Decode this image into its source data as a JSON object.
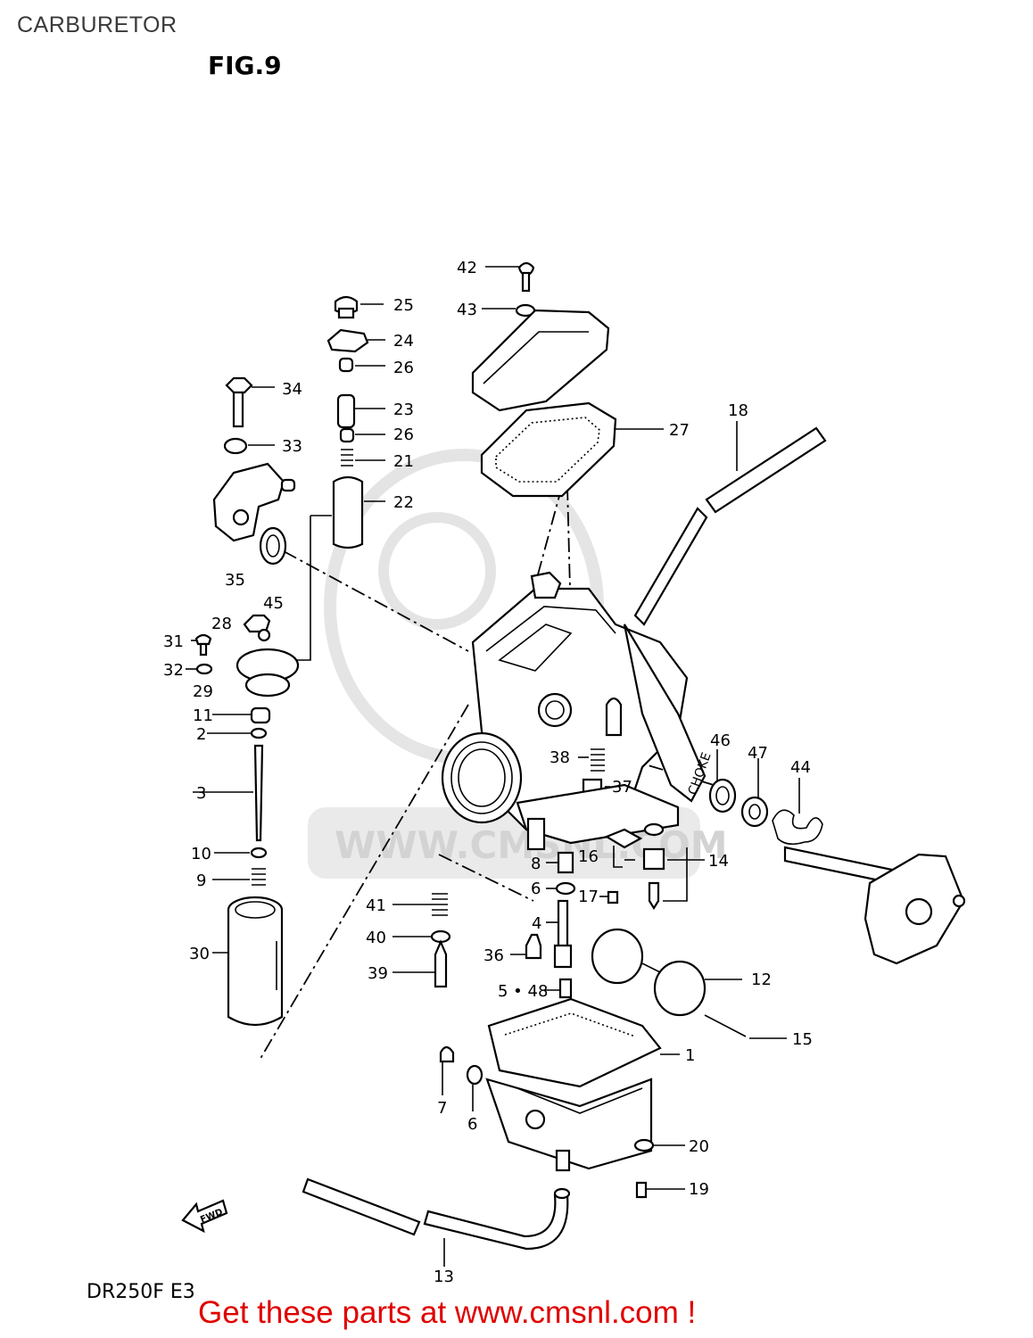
{
  "header": {
    "title": "CARBURETOR",
    "figure": "FIG.9"
  },
  "footer": {
    "model": "DR250F E3",
    "promo_text": "Get these parts at www.cmsnl.com !"
  },
  "watermark": {
    "text": "WWW.CMSNL.COM"
  },
  "diagram": {
    "direction_arrow": "FWD",
    "choke_marking": "CHOKE",
    "callouts": [
      {
        "id": "c42",
        "label": "42"
      },
      {
        "id": "c43",
        "label": "43"
      },
      {
        "id": "c25",
        "label": "25"
      },
      {
        "id": "c24",
        "label": "24"
      },
      {
        "id": "c26a",
        "label": "26"
      },
      {
        "id": "c34",
        "label": "34"
      },
      {
        "id": "c23",
        "label": "23"
      },
      {
        "id": "c26b",
        "label": "26"
      },
      {
        "id": "c21",
        "label": "21"
      },
      {
        "id": "c33",
        "label": "33"
      },
      {
        "id": "c22",
        "label": "22"
      },
      {
        "id": "c27",
        "label": "27"
      },
      {
        "id": "c18",
        "label": "18"
      },
      {
        "id": "c35",
        "label": "35"
      },
      {
        "id": "c45",
        "label": "45"
      },
      {
        "id": "c28",
        "label": "28"
      },
      {
        "id": "c31",
        "label": "31"
      },
      {
        "id": "c32",
        "label": "32"
      },
      {
        "id": "c29",
        "label": "29"
      },
      {
        "id": "c11",
        "label": "11"
      },
      {
        "id": "c2",
        "label": "2"
      },
      {
        "id": "c3",
        "label": "3"
      },
      {
        "id": "c10",
        "label": "10"
      },
      {
        "id": "c9",
        "label": "9"
      },
      {
        "id": "c30",
        "label": "30"
      },
      {
        "id": "c46",
        "label": "46"
      },
      {
        "id": "c47",
        "label": "47"
      },
      {
        "id": "c44",
        "label": "44"
      },
      {
        "id": "c38",
        "label": "38"
      },
      {
        "id": "c37",
        "label": "37"
      },
      {
        "id": "c16",
        "label": "16"
      },
      {
        "id": "c14",
        "label": "14"
      },
      {
        "id": "c8",
        "label": "8"
      },
      {
        "id": "c6a",
        "label": "6"
      },
      {
        "id": "c17",
        "label": "17"
      },
      {
        "id": "c41",
        "label": "41"
      },
      {
        "id": "c4",
        "label": "4"
      },
      {
        "id": "c40",
        "label": "40"
      },
      {
        "id": "c36",
        "label": "36"
      },
      {
        "id": "c39",
        "label": "39"
      },
      {
        "id": "c12",
        "label": "12"
      },
      {
        "id": "c548",
        "label": "5 • 48"
      },
      {
        "id": "c15",
        "label": "15"
      },
      {
        "id": "c1",
        "label": "1"
      },
      {
        "id": "c7",
        "label": "7"
      },
      {
        "id": "c6b",
        "label": "6"
      },
      {
        "id": "c20",
        "label": "20"
      },
      {
        "id": "c19",
        "label": "19"
      },
      {
        "id": "c13",
        "label": "13"
      }
    ]
  },
  "colors": {
    "promo": "#e00000",
    "title": "#3a3a3a",
    "lines": "#000000",
    "watermark": "#d8d8d8"
  }
}
